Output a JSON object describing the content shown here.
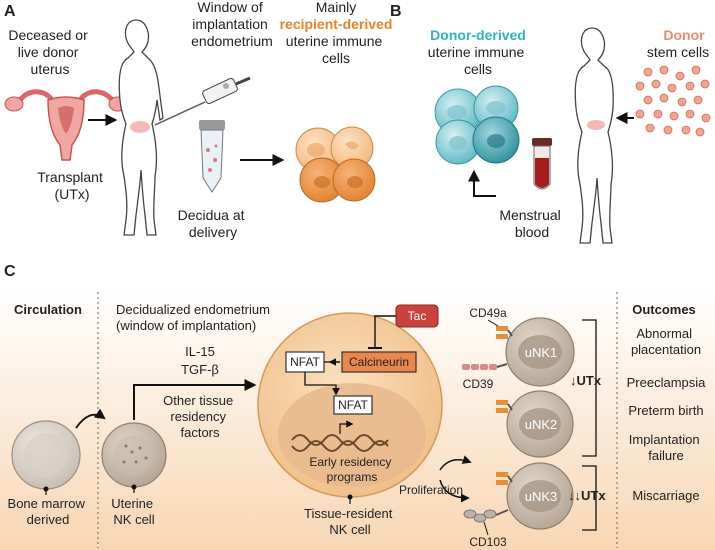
{
  "panel_a": {
    "letter": "A",
    "donor_uterus": [
      "Deceased or",
      "live donor",
      "uterus"
    ],
    "window": [
      "Window of",
      "implantation",
      "endometrium"
    ],
    "mainly": "Mainly",
    "recipient_derived": "recipient-derived",
    "immune": [
      "uterine immune",
      "cells"
    ],
    "transplant": [
      "Transplant",
      "(UTx)"
    ],
    "decidua": [
      "Decidua at",
      "delivery"
    ]
  },
  "panel_b": {
    "letter": "B",
    "donor_derived": "Donor-derived",
    "immune": [
      "uterine immune",
      "cells"
    ],
    "donor": "Donor",
    "stem": "stem cells",
    "menstrual": [
      "Menstrual",
      "blood"
    ]
  },
  "panel_c": {
    "letter": "C",
    "circulation": "Circulation",
    "decidualized": [
      "Decidualized endometrium",
      "(window of implantation)"
    ],
    "il15": "IL-15",
    "tgfb": "TGF-β",
    "other": [
      "Other tissue",
      "residency",
      "factors"
    ],
    "nfat": "NFAT",
    "calcineurin": "Calcineurin",
    "tac": "Tac",
    "early": [
      "Early residency",
      "programs"
    ],
    "bone": [
      "Bone marrow",
      "derived"
    ],
    "uterine_nk": [
      "Uterine",
      "NK cell"
    ],
    "tissue_resident": [
      "Tissue-resident",
      "NK cell"
    ],
    "proliferation": "Proliferation",
    "cd49a": "CD49a",
    "cd39": "CD39",
    "cd103": "CD103",
    "unk1": "uNK1",
    "unk2": "uNK2",
    "unk3": "uNK3",
    "utx1": "↓UTx",
    "utx3": "↓↓UTx",
    "outcomes_title": "Outcomes",
    "outcomes": [
      "Abnormal",
      "placentation",
      "Preeclampsia",
      "Preterm birth",
      "Implantation",
      "failure",
      "Miscarriage"
    ]
  },
  "colors": {
    "orange": "#e8822a",
    "teal": "#2fb3bf",
    "donor_salmon": "#f08a73",
    "tac_red": "#c9423c",
    "band_bg": "#fbe7d2"
  }
}
